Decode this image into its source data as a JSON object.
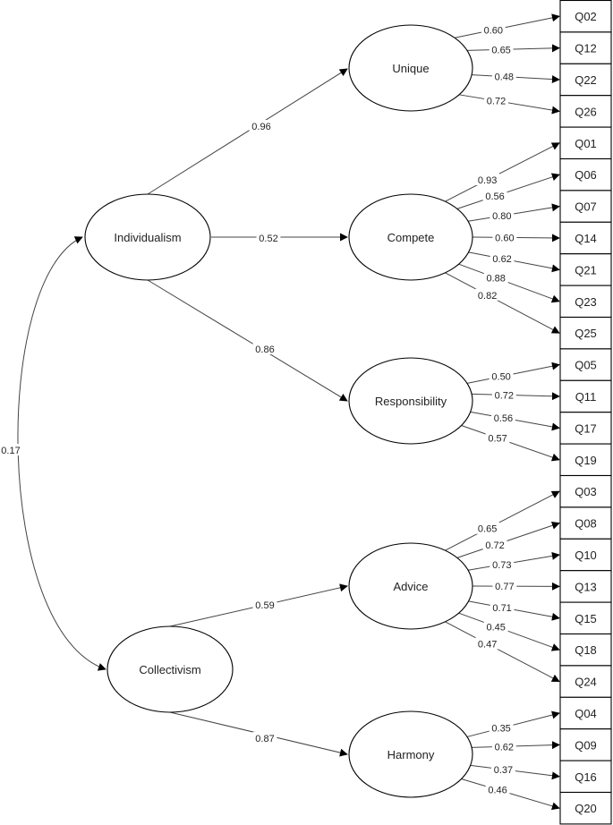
{
  "factors": [
    {
      "id": "individualism",
      "label": "Individualism"
    },
    {
      "id": "collectivism",
      "label": "Collectivism"
    },
    {
      "id": "unique",
      "label": "Unique"
    },
    {
      "id": "compete",
      "label": "Compete"
    },
    {
      "id": "responsibility",
      "label": "Responsibility"
    },
    {
      "id": "advice",
      "label": "Advice"
    },
    {
      "id": "harmony",
      "label": "Harmony"
    }
  ],
  "correlation": {
    "from": "individualism",
    "to": "collectivism",
    "weight": "0.17"
  },
  "paths": [
    {
      "from": "individualism",
      "to": "unique",
      "weight": "0.96"
    },
    {
      "from": "individualism",
      "to": "compete",
      "weight": "0.52"
    },
    {
      "from": "individualism",
      "to": "responsibility",
      "weight": "0.86"
    },
    {
      "from": "collectivism",
      "to": "advice",
      "weight": "0.59"
    },
    {
      "from": "collectivism",
      "to": "harmony",
      "weight": "0.87"
    }
  ],
  "items": [
    "Q02",
    "Q12",
    "Q22",
    "Q26",
    "Q01",
    "Q06",
    "Q07",
    "Q14",
    "Q21",
    "Q23",
    "Q25",
    "Q05",
    "Q11",
    "Q17",
    "Q19",
    "Q03",
    "Q08",
    "Q10",
    "Q13",
    "Q15",
    "Q18",
    "Q24",
    "Q04",
    "Q09",
    "Q16",
    "Q20"
  ],
  "loadings": [
    {
      "factor": "unique",
      "item": "Q02",
      "weight": "0.60"
    },
    {
      "factor": "unique",
      "item": "Q12",
      "weight": "0.65"
    },
    {
      "factor": "unique",
      "item": "Q22",
      "weight": "0.48"
    },
    {
      "factor": "unique",
      "item": "Q26",
      "weight": "0.72"
    },
    {
      "factor": "compete",
      "item": "Q01",
      "weight": "0.93"
    },
    {
      "factor": "compete",
      "item": "Q06",
      "weight": "0.56"
    },
    {
      "factor": "compete",
      "item": "Q07",
      "weight": "0.80"
    },
    {
      "factor": "compete",
      "item": "Q14",
      "weight": "0.60"
    },
    {
      "factor": "compete",
      "item": "Q21",
      "weight": "0.62"
    },
    {
      "factor": "compete",
      "item": "Q23",
      "weight": "0.88"
    },
    {
      "factor": "compete",
      "item": "Q25",
      "weight": "0.82"
    },
    {
      "factor": "responsibility",
      "item": "Q05",
      "weight": "0.50"
    },
    {
      "factor": "responsibility",
      "item": "Q11",
      "weight": "0.72"
    },
    {
      "factor": "responsibility",
      "item": "Q17",
      "weight": "0.56"
    },
    {
      "factor": "responsibility",
      "item": "Q19",
      "weight": "0.57"
    },
    {
      "factor": "advice",
      "item": "Q03",
      "weight": "0.65"
    },
    {
      "factor": "advice",
      "item": "Q08",
      "weight": "0.72"
    },
    {
      "factor": "advice",
      "item": "Q10",
      "weight": "0.73"
    },
    {
      "factor": "advice",
      "item": "Q13",
      "weight": "0.77"
    },
    {
      "factor": "advice",
      "item": "Q15",
      "weight": "0.71"
    },
    {
      "factor": "advice",
      "item": "Q18",
      "weight": "0.45"
    },
    {
      "factor": "advice",
      "item": "Q24",
      "weight": "0.47"
    },
    {
      "factor": "harmony",
      "item": "Q04",
      "weight": "0.35"
    },
    {
      "factor": "harmony",
      "item": "Q09",
      "weight": "0.62"
    },
    {
      "factor": "harmony",
      "item": "Q16",
      "weight": "0.37"
    },
    {
      "factor": "harmony",
      "item": "Q20",
      "weight": "0.46"
    }
  ]
}
